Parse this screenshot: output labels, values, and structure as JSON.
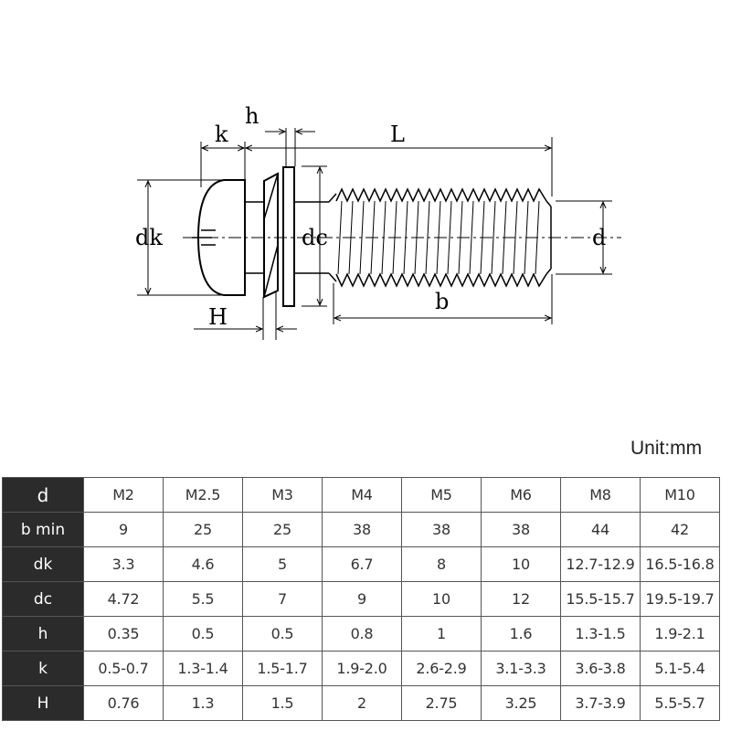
{
  "diagram": {
    "labels": {
      "h": "h",
      "k": "k",
      "L": "L",
      "dk": "dk",
      "dc": "dc",
      "d": "d",
      "H": "H",
      "b": "b"
    }
  },
  "unit": "Unit:mm",
  "table": {
    "rows": [
      {
        "label": "d",
        "values": [
          "M2",
          "M2.5",
          "M3",
          "M4",
          "M5",
          "M6",
          "M8",
          "M10"
        ]
      },
      {
        "label": "b min",
        "values": [
          "9",
          "25",
          "25",
          "38",
          "38",
          "38",
          "44",
          "42"
        ]
      },
      {
        "label": "dk",
        "values": [
          "3.3",
          "4.6",
          "5",
          "6.7",
          "8",
          "10",
          "12.7-12.9",
          "16.5-16.8"
        ]
      },
      {
        "label": "dc",
        "values": [
          "4.72",
          "5.5",
          "7",
          "9",
          "10",
          "12",
          "15.5-15.7",
          "19.5-19.7"
        ]
      },
      {
        "label": "h",
        "values": [
          "0.35",
          "0.5",
          "0.5",
          "0.8",
          "1",
          "1.6",
          "1.3-1.5",
          "1.9-2.1"
        ]
      },
      {
        "label": "k",
        "values": [
          "0.5-0.7",
          "1.3-1.4",
          "1.5-1.7",
          "1.9-2.0",
          "2.6-2.9",
          "3.1-3.3",
          "3.6-3.8",
          "5.1-5.4"
        ]
      },
      {
        "label": "H",
        "values": [
          "0.76",
          "1.3",
          "1.5",
          "2",
          "2.75",
          "3.25",
          "3.7-3.9",
          "5.5-5.7"
        ]
      }
    ]
  }
}
